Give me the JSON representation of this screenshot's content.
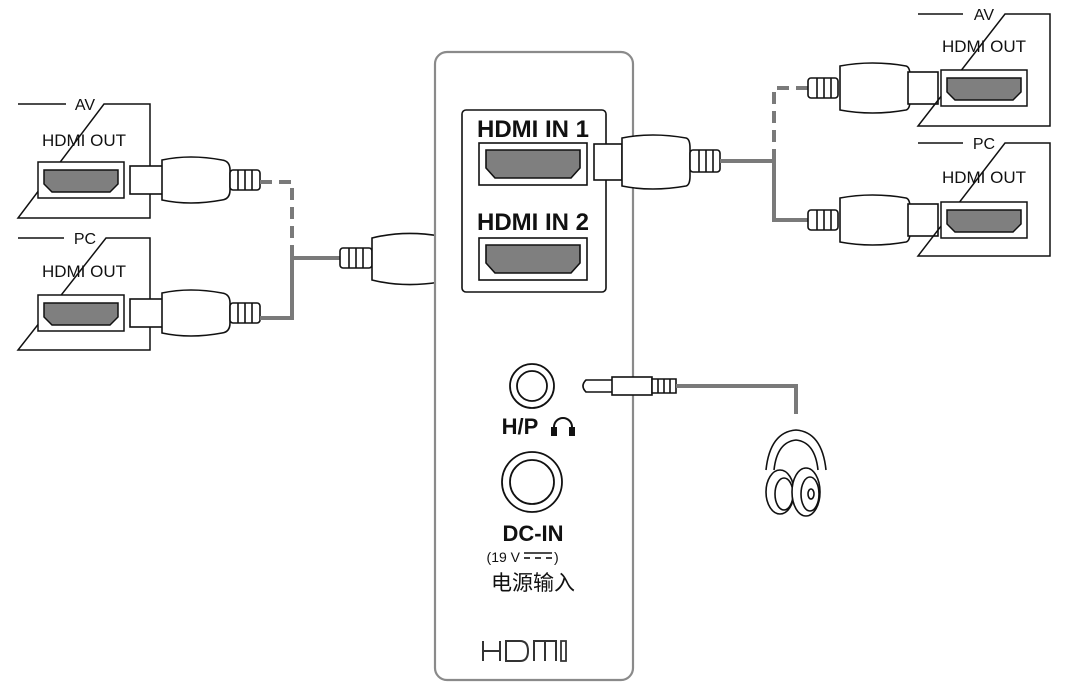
{
  "devices": {
    "left_av": {
      "tag": "AV",
      "port_label": "HDMI OUT"
    },
    "left_pc": {
      "tag": "PC",
      "port_label": "HDMI OUT"
    },
    "right_av": {
      "tag": "AV",
      "port_label": "HDMI OUT"
    },
    "right_pc": {
      "tag": "PC",
      "port_label": "HDMI OUT"
    }
  },
  "panel": {
    "hdmi_in_1": "HDMI IN 1",
    "hdmi_in_2": "HDMI IN 2",
    "headphone_label": "H/P",
    "dc_in_label": "DC-IN",
    "dc_in_voltage_left": "(19 V",
    "dc_in_voltage_right": ")",
    "dc_in_cn": "电源输入",
    "logo": "HDMI"
  },
  "colors": {
    "outline": "#111111",
    "panel_border": "#8a8a8a",
    "cable": "#7a7a7a",
    "port_fill": "#7f7f7f"
  },
  "icons": [
    "headphone-icon",
    "hdmi-logo-icon",
    "dc-symbol-icon"
  ]
}
